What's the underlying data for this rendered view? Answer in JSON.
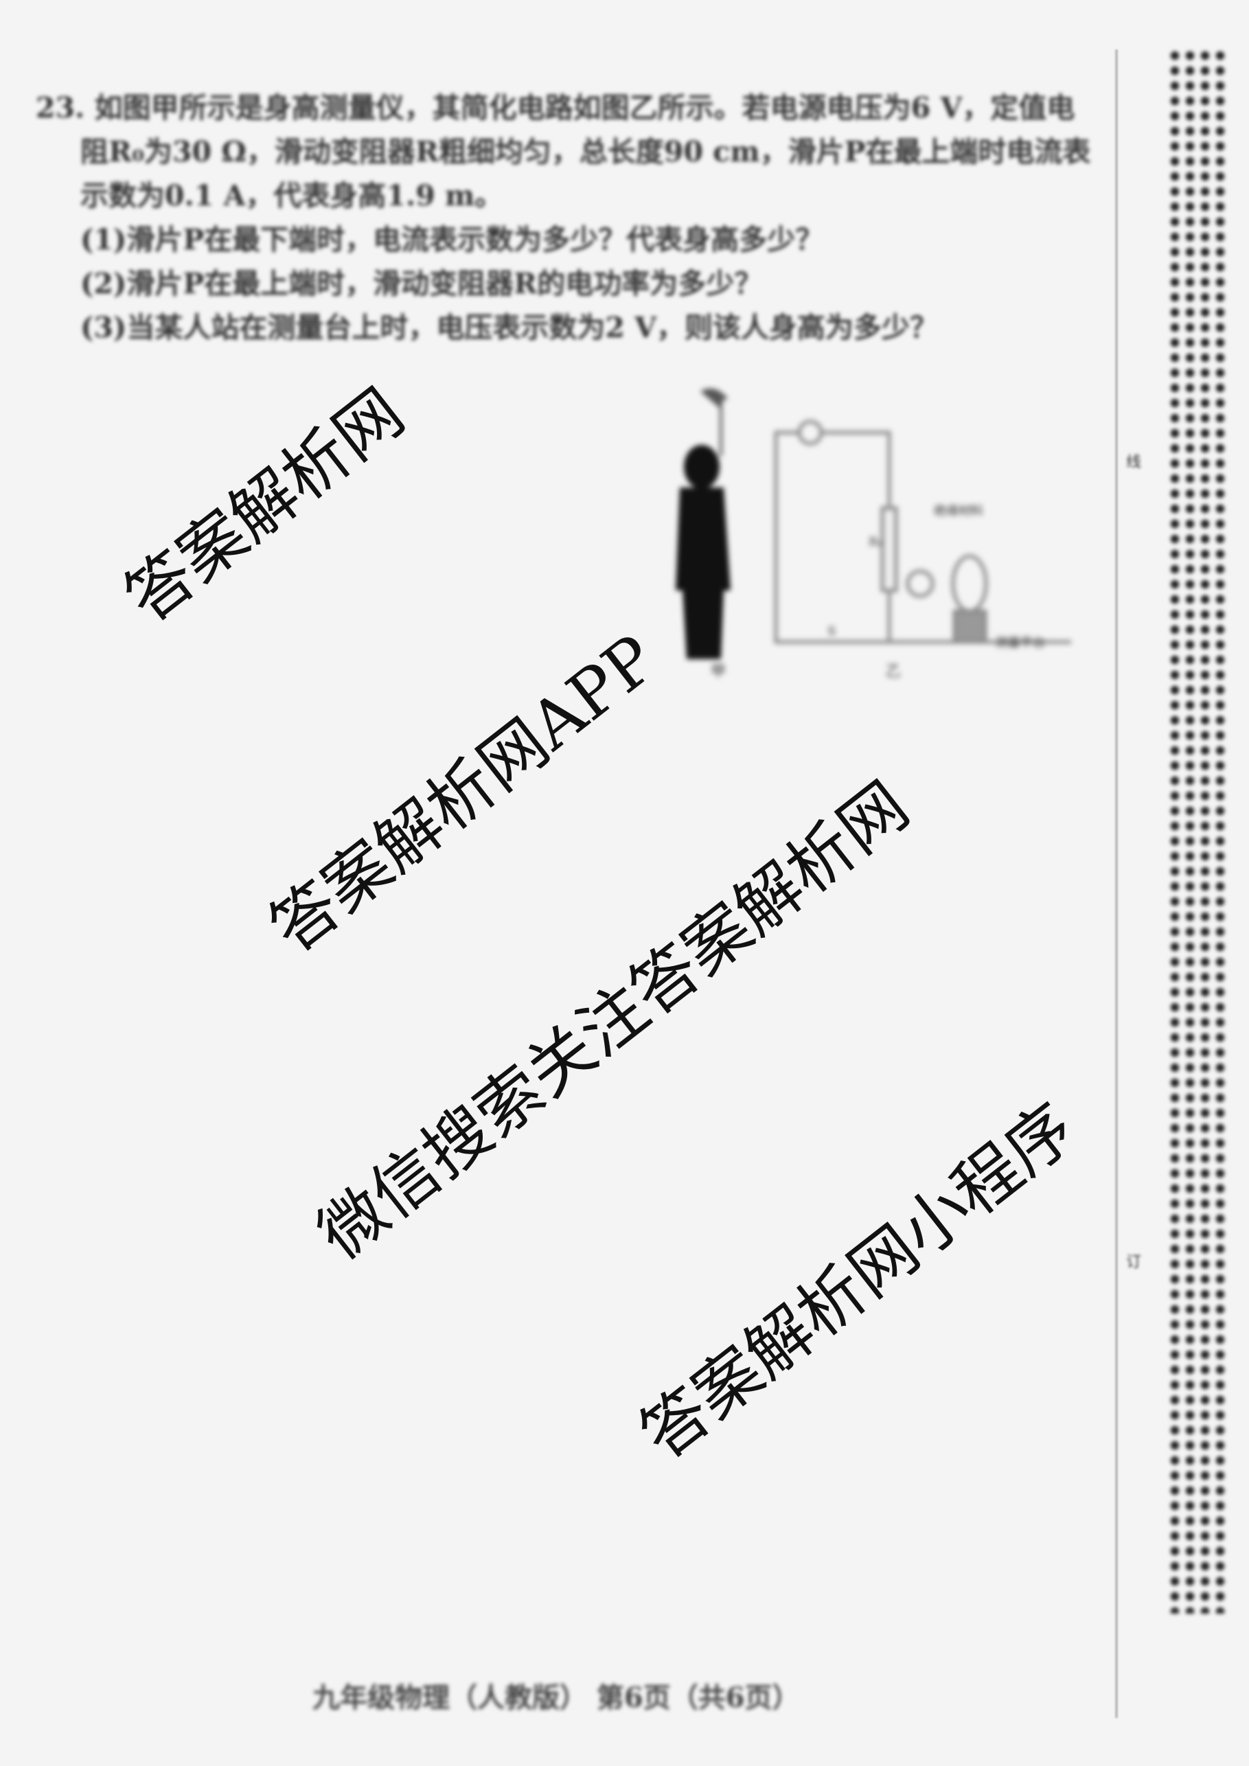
{
  "question": {
    "lines": [
      "23. 如图甲所示是身高测量仪，其简化电路如图乙所示。若电源电压为6 V，定值电",
      "阻R₀为30 Ω，滑动变阻器R粗细均匀，总长度90 cm，滑片P在最上端时电流表",
      "示数为0.1 A，代表身高1.9 m。",
      "(1)滑片P在最下端时，电流表示数为多少？代表身高多少？",
      "(2)滑片P在最上端时，滑动变阻器R的电功率为多少？",
      "(3)当某人站在测量台上时，电压表示数为2 V，则该人身高为多少？"
    ]
  },
  "figure": {
    "label_jia": "甲",
    "label_yi": "乙",
    "label_top": "绝缘材料",
    "label_bottom": "测量平台",
    "label_r0": "R₀",
    "label_s": "S"
  },
  "watermarks": [
    "答案解析网",
    "答案解析网APP",
    "微信搜索关注答案解析网",
    "答案解析网小程序"
  ],
  "margin_marks": [
    "线",
    "订"
  ],
  "footer": "九年级物理（人教版）  第6页（共6页）"
}
